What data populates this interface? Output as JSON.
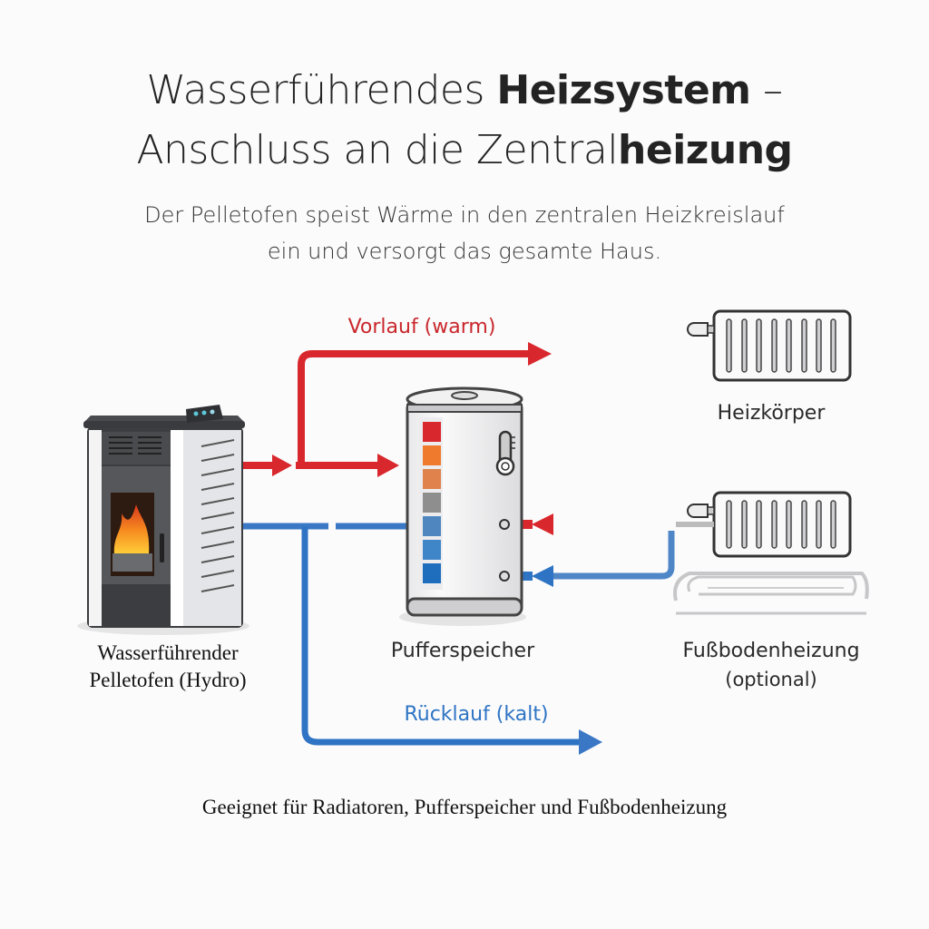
{
  "header": {
    "title_line1_regular": "Wasserführendes ",
    "title_line1_bold": "Heizsystem",
    "title_line1_dash": " –",
    "title_line2_regular": "Anschluss an die Zentral",
    "title_line2_bold": "heizung",
    "subtitle_line1": "Der Pelletofen speist Wärme in den zentralen Heizkreislauf",
    "subtitle_line2": "ein und versorgt das gesamte Haus."
  },
  "flows": {
    "supply_label": "Vorlauf (warm)",
    "return_label": "Rücklauf (kalt)",
    "supply_color": "#d9282d",
    "return_color": "#2f74c4"
  },
  "components": {
    "stove": {
      "line1": "Wasserführender",
      "line2": "Pelletofen (Hydro)",
      "icon": "pellet-stove-icon"
    },
    "buffer": {
      "label": "Pufferspeicher",
      "icon": "buffer-tank-icon",
      "stratification_colors": [
        "#d9282d",
        "#ef7a2e",
        "#e0824c",
        "#8e8e8e",
        "#4f86c0",
        "#3f86c8",
        "#1f6ebd"
      ]
    },
    "radiator": {
      "label": "Heizkörper",
      "icon": "radiator-icon"
    },
    "floor_heating": {
      "label": "Fußbodenheizung",
      "note": "(optional)",
      "icon": "floor-heating-icon"
    }
  },
  "footer": {
    "text": "Geeignet für Radiatoren, Pufferspeicher und Fußbodenheizung"
  }
}
